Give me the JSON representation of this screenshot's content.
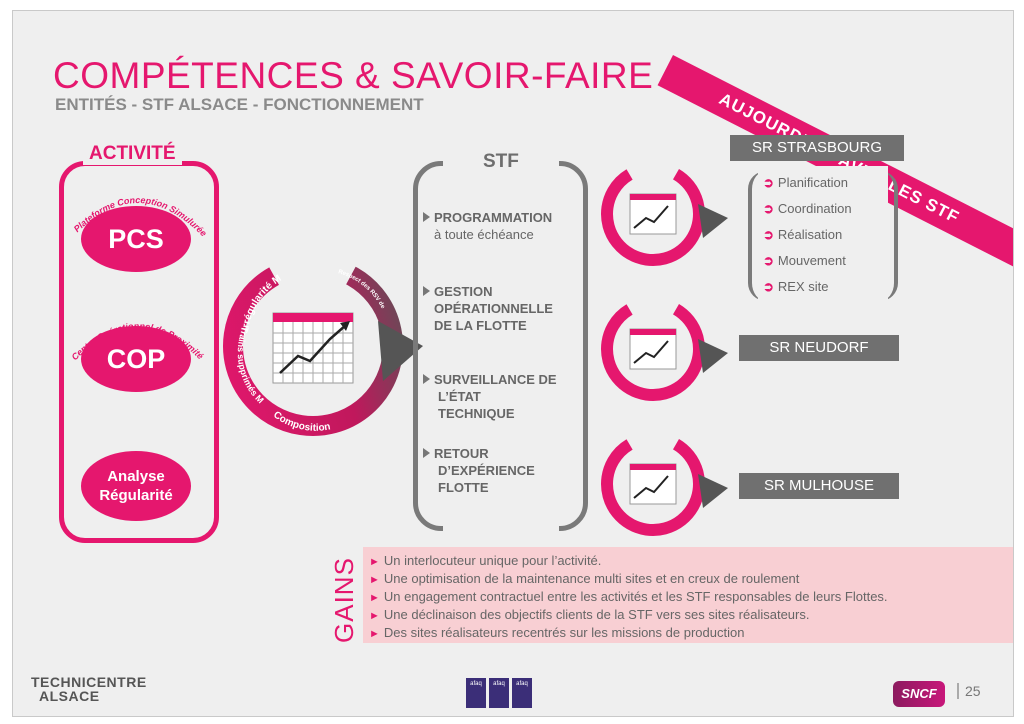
{
  "title": "COMPÉTENCES & SAVOIR-FAIRE",
  "subtitle": "ENTITÉS - STF ALSACE - FONCTIONNEMENT",
  "ribbon": "AUJOURD’HUI AVEC LES STF",
  "activite": {
    "label": "ACTIVITÉ",
    "pcs_arc": "Plateforme Conception Simulurée",
    "pcs": "PCS",
    "cop_arc": "Centre Opérationnel de Proximité",
    "cop": "COP",
    "analyse": [
      "Analyse",
      "Régularité"
    ]
  },
  "cycle": {
    "top": "Irrégularité M",
    "right_top": "Respect des RSV de maintenance",
    "bottom": "Composition",
    "left": "Trains supprimés M"
  },
  "stf": {
    "title": "STF",
    "items": [
      {
        "lines": [
          "PROGRAMMATION"
        ],
        "sub": "à toute échéance"
      },
      {
        "lines": [
          "GESTION",
          "OPÉRATIONNELLE",
          "DE LA FLOTTE"
        ],
        "sub": ""
      },
      {
        "lines": [
          "SURVEILLANCE DE",
          "L’ÉTAT",
          "TECHNIQUE"
        ],
        "sub": ""
      },
      {
        "lines": [
          "RETOUR",
          "D’EXPÉRIENCE",
          "FLOTTE"
        ],
        "sub": ""
      }
    ]
  },
  "sites": {
    "strasbourg": "SR STRASBOURG",
    "strasbourg_list": [
      "Planification",
      "Coordination",
      "Réalisation",
      "Mouvement",
      "REX site"
    ],
    "neudorf": "SR NEUDORF",
    "mulhouse": "SR MULHOUSE"
  },
  "gains": {
    "label": "GAINS",
    "items": [
      "Un interlocuteur unique pour l’activité.",
      "Une optimisation de la maintenance multi sites et en creux de roulement",
      "Un engagement contractuel entre les activités et les STF responsables de leurs Flottes.",
      "Une déclinaison des objectifs clients de la STF vers ses sites réalisateurs.",
      "Des sites réalisateurs recentrés sur les missions de production"
    ]
  },
  "footer": {
    "logo_line1": "TECHNICENTRE",
    "logo_line2": "ALSACE",
    "afaq": [
      "afaq",
      "afaq",
      "afaq"
    ],
    "sncf": "SNCF",
    "page": "25"
  },
  "colors": {
    "accent": "#e5176e",
    "grey": "#707070",
    "gains_bg": "#f8cfd3"
  }
}
